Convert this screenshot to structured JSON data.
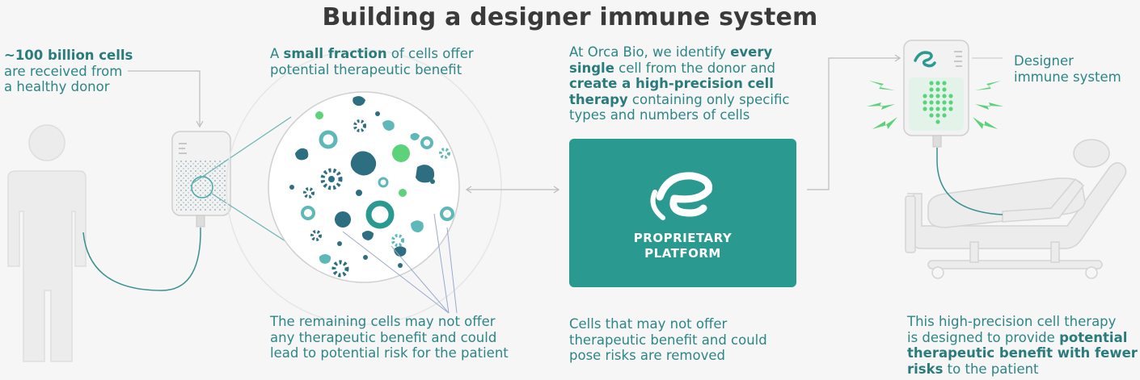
{
  "title": "Building a designer immune system",
  "donor": {
    "bold": "~100 billion cells",
    "line2": "are received from",
    "line3": "a healthy donor"
  },
  "fraction": {
    "pre": "A ",
    "bold": "small fraction",
    "post": " of cells offer",
    "line2": "potential therapeutic benefit"
  },
  "orca": {
    "l1_pre": "At Orca Bio, we identify ",
    "l1_bold": "every",
    "l2_bold": "single",
    "l2_post": " cell from the donor and",
    "l3_bold": "create a high-precision cell",
    "l4_bold": "therapy",
    "l4_post": " containing only specific",
    "l5": "types and numbers of cells"
  },
  "designer": {
    "line1": "Designer",
    "line2": "immune system"
  },
  "platform": {
    "line1": "PROPRIETARY",
    "line2": "PLATFORM"
  },
  "remaining": {
    "line1": "The remaining cells may not offer",
    "line2": "any therapeutic benefit and could",
    "line3": "lead to potential risk for the patient"
  },
  "removed": {
    "line1": "Cells that may not offer",
    "line2": "therapeutic benefit and could",
    "line3": "pose risks are removed"
  },
  "therapy": {
    "line1": "This high-precision cell therapy",
    "l2_pre": "is designed to provide ",
    "l2_bold": "potential",
    "l3_bold": "therapeutic benefit with fewer",
    "l4_bold": "risks",
    "l4_post": " to the patient"
  },
  "colors": {
    "teal": "#2a9a90",
    "dark_teal": "#2d6f80",
    "light_teal": "#5fb8b8",
    "green": "#5cd37a",
    "gray": "#dcdcdc"
  }
}
